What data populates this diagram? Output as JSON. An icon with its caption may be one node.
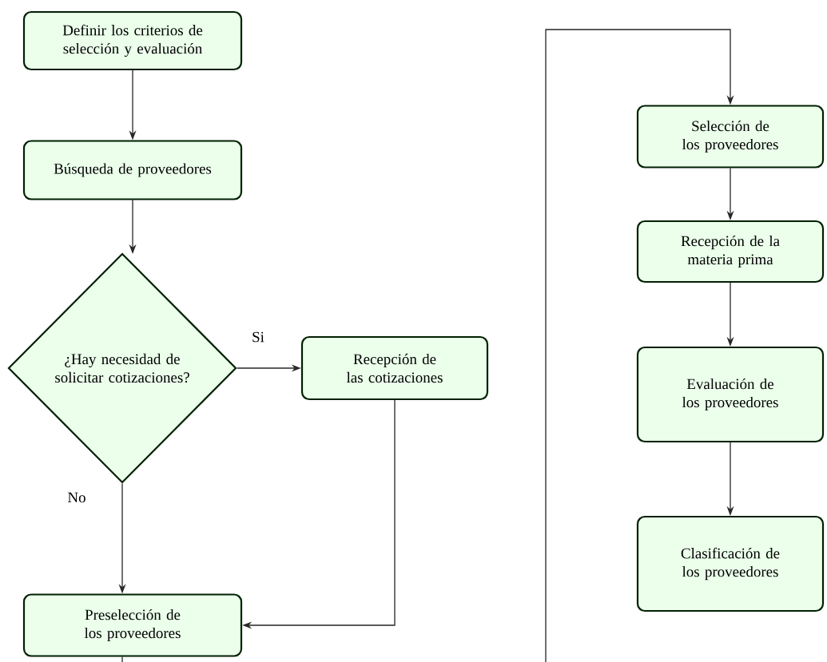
{
  "diagram": {
    "nodes": [
      {
        "text": [
          "Definir los criterios de selección y evaluación"
        ]
      },
      {
        "text": [
          "Búsqueda de proveedores"
        ]
      },
      {
        "text": [
          "¿Hay necesidad de solicitar cotizaciones?"
        ]
      },
      {
        "text": [
          "Recepción de las cotizaciones"
        ]
      },
      {
        "text": [
          "Preselección de los proveedores"
        ]
      },
      {
        "text": [
          "Selección de los proveedores"
        ]
      },
      {
        "text": [
          "Recepción de la materia prima"
        ]
      },
      {
        "text": [
          "Evaluación de los proveedores"
        ]
      },
      {
        "text": [
          "Clasificación de los proveedores"
        ]
      }
    ],
    "edges": [
      {
        "from": 0,
        "to": 1,
        "arrow": "to"
      },
      {
        "from": 1,
        "to": 2,
        "arrow": "to"
      },
      {
        "from": 2,
        "to": 3,
        "arrow": "to",
        "label": "Si"
      },
      {
        "from": 2,
        "to": 4,
        "arrow": "to",
        "label": "No"
      },
      {
        "from": 3,
        "to": 4,
        "arrow": "to"
      },
      {
        "from": 4,
        "to": null,
        "arrow": "none"
      },
      {
        "from": null,
        "to": 5,
        "arrow": "to"
      },
      {
        "from": 5,
        "to": 6,
        "arrow": "to"
      },
      {
        "from": 6,
        "to": 7,
        "arrow": "to"
      },
      {
        "from": 7,
        "to": 8,
        "arrow": "to"
      }
    ]
  }
}
